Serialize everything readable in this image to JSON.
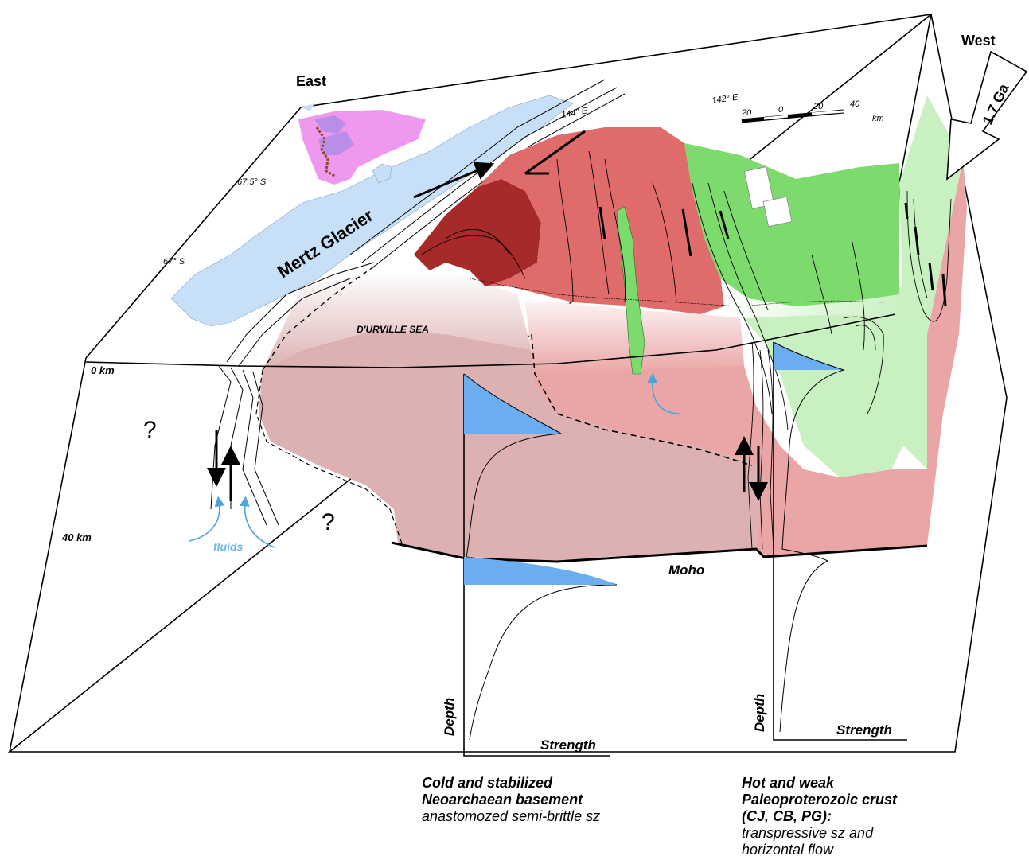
{
  "labels": {
    "east": "East",
    "west": "West",
    "age": "1.7 Ga",
    "lon_144": "144° E",
    "lon_142": "142° E",
    "lat_67_5": "67.5° S",
    "lat_67": "67° S",
    "glacier": "Mertz Glacier",
    "sea": "D'URVILLE SEA",
    "depth_0": "0 km",
    "depth_40": "40 km",
    "question": "?",
    "fluids": "fluids",
    "moho": "Moho",
    "axis_depth": "Depth",
    "axis_strength": "Strength"
  },
  "scale_bar": {
    "ticks": [
      "20",
      "0",
      "20",
      "40"
    ],
    "unit": "km"
  },
  "captions": {
    "left": {
      "title_line1": "Cold and stabilized",
      "title_line2": "Neoarchaean basement",
      "subtitle": "anastomozed semi-brittle sz"
    },
    "right": {
      "title_line1": "Hot and weak",
      "title_line2": "Paleoproterozoic crust",
      "title_line3": "(CJ, CB, PG):",
      "subtitle_line1": "transpressive sz and",
      "subtitle_line2": "horizontal flow"
    }
  },
  "colors": {
    "ice_blue": "#c7e0f7",
    "dark_red": "#a62a2a",
    "red": "#e06b6b",
    "pink": "#e8a3a3",
    "mauve": "#ddb1b1",
    "green": "#7ddb6e",
    "light_green": "#c9f0c1",
    "strength_blue": "#6aaef0",
    "magenta": "#ee99ee",
    "purple": "#b98de8",
    "fluid_blue": "#4ea3e0"
  }
}
